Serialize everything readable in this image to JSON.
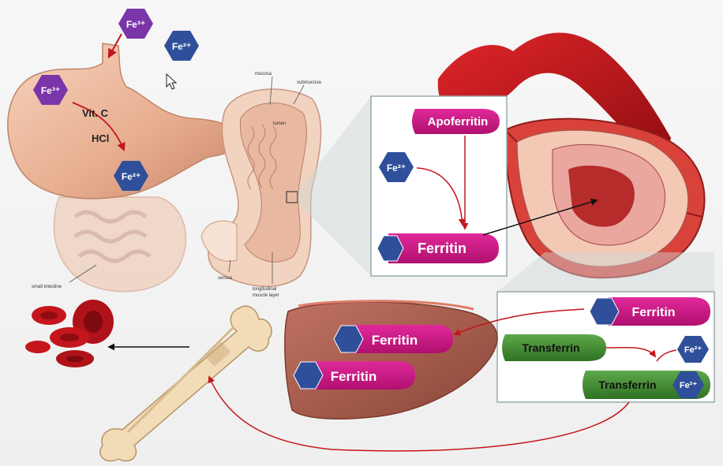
{
  "colors": {
    "hex_iron": "#2f4f9a",
    "hex_iron3": "#7a35a8",
    "magenta": "#c0127d",
    "green": "#3d8a2f",
    "arrow_red": "#c4161c",
    "stomach": "#e9b79a",
    "vessel": "#c4161c",
    "liver": "#a35a4a"
  },
  "ions": {
    "fe3": "Fe³⁺",
    "fe2": "Fe²⁺"
  },
  "stomach": {
    "vitc": "Vit. C",
    "hcl": "HCl"
  },
  "intestine_labels": {
    "mucosa": "mucosa",
    "submucosa": "submucosa",
    "lumen": "lumen",
    "small_intestine": "small intestine",
    "serosa": "serosa",
    "longitudinal_1": "longitudinal",
    "longitudinal_2": "muscle layer"
  },
  "panels": {
    "apoferritin": "Apoferritin",
    "ferritin": "Ferritin",
    "transferrin": "Transferrin"
  },
  "icons": [
    "mouse-cursor-icon",
    "red-blood-cells-icon",
    "bone-icon",
    "liver-icon",
    "blood-vessel-icon",
    "stomach-icon",
    "intestine-icon"
  ]
}
